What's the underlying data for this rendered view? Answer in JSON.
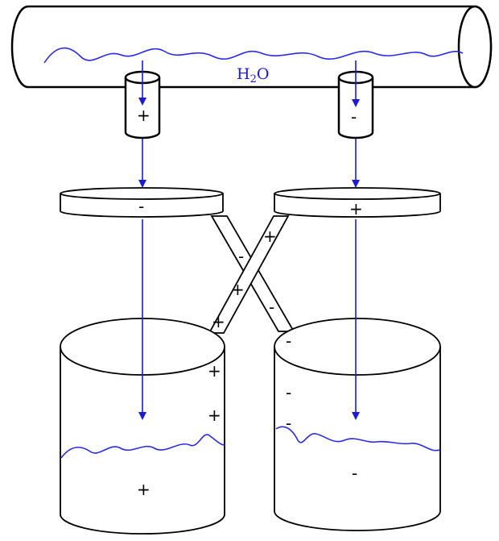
{
  "diagram": {
    "water_label": "H",
    "water_label_sub": "2",
    "water_label_tail": "O",
    "left_nozzle_sign": "+",
    "right_nozzle_sign": "-",
    "left_ring_sign": "-",
    "right_ring_sign": "+",
    "wire_a_signs": [
      "+",
      "+",
      "+"
    ],
    "wire_b_signs": [
      "-",
      "-",
      "-"
    ],
    "left_bucket_wall_signs": [
      "+",
      "+"
    ],
    "right_bucket_wall_signs": [
      "-",
      "-"
    ],
    "left_bucket_water_sign": "+",
    "right_bucket_water_sign": "-",
    "colors": {
      "water": "#2a2af0",
      "outline": "#000000"
    }
  }
}
